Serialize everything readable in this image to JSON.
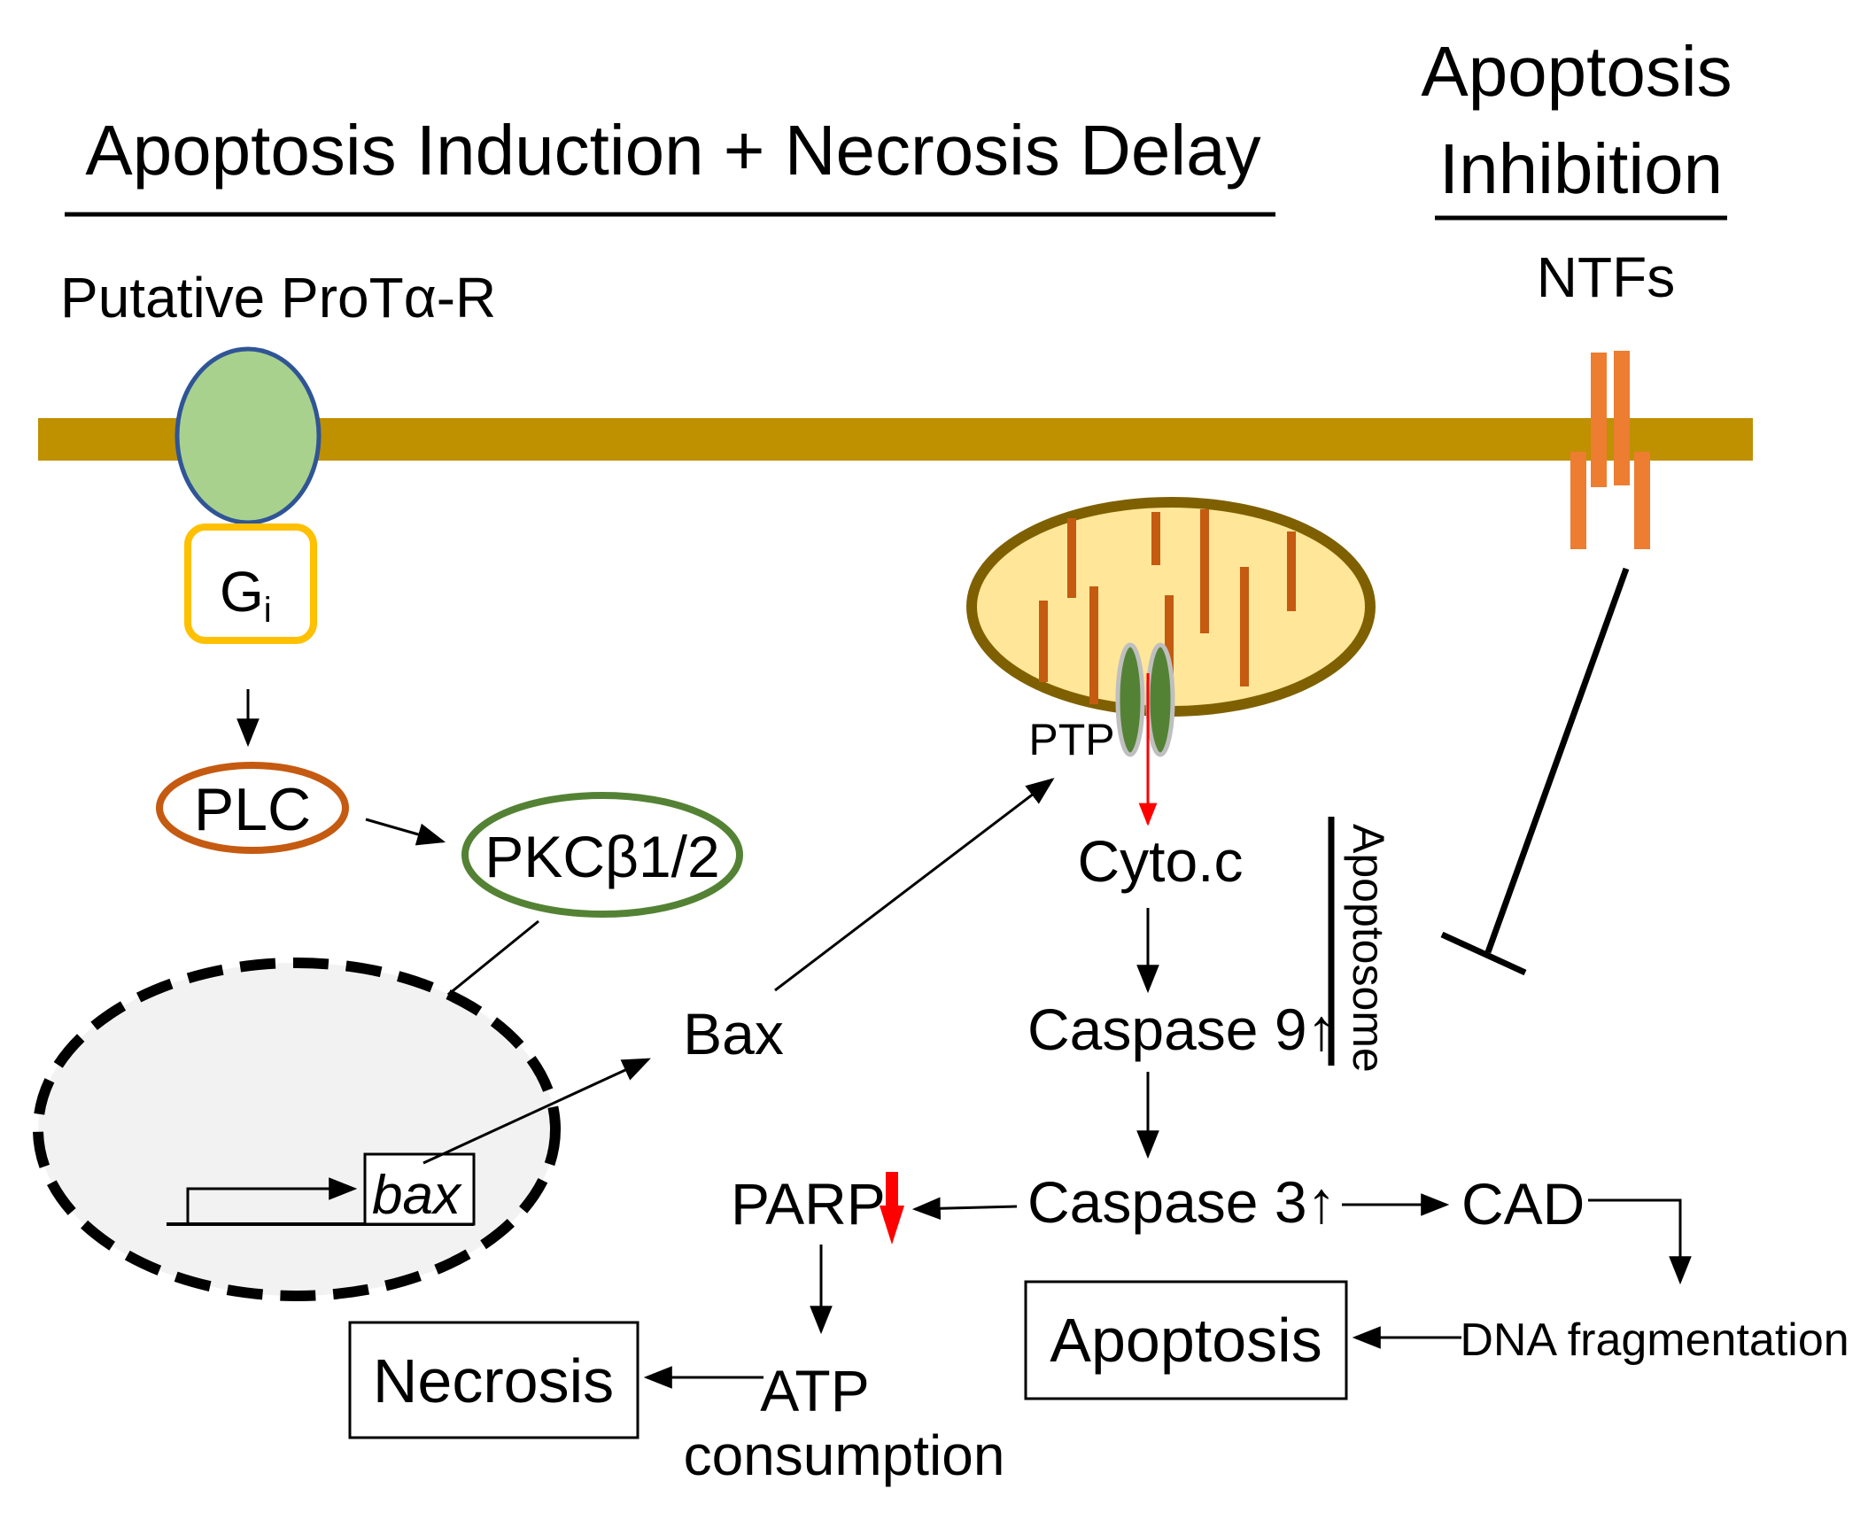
{
  "headers": {
    "left_title": "Apoptosis Induction + Necrosis Delay",
    "right_title_line1": "Apoptosis",
    "right_title_line2": "Inhibition"
  },
  "receptors": {
    "protar": "Putative ProTα-R",
    "ntfs": "NTFs"
  },
  "signaling": {
    "gi_main": "G",
    "gi_sub": "i",
    "plc": "PLC",
    "pkc": "PKCβ1/2",
    "bax_gene": "bax",
    "bax_protein": "Bax"
  },
  "mitochondrion": {
    "ptp": "PTP",
    "cyto_c": "Cyto.c"
  },
  "caspases": {
    "apoptosome": "Apoptosome",
    "caspase9": "Caspase 9↑",
    "caspase3": "Caspase 3↑"
  },
  "downstream": {
    "parp": "PARP",
    "cad": "CAD",
    "dna_fragmentation": "DNA fragmentation",
    "atp_line1": "ATP",
    "atp_line2": "consumption",
    "necrosis": "Necrosis",
    "apoptosis": "Apoptosis"
  },
  "colors": {
    "membrane": "#BF9000",
    "receptor_fill": "#A9D18E",
    "receptor_stroke": "#2F5597",
    "gi_stroke": "#FFC000",
    "plc_stroke": "#C55A11",
    "pkc_stroke": "#548235",
    "nucleus_fill": "#F2F2F2",
    "mito_fill": "#FFE699",
    "mito_stroke": "#7F6000",
    "cristae": "#C55A11",
    "ptp_fill": "#548235",
    "ntf_receptor": "#ED7D31",
    "red_arrow": "#FF0000"
  }
}
